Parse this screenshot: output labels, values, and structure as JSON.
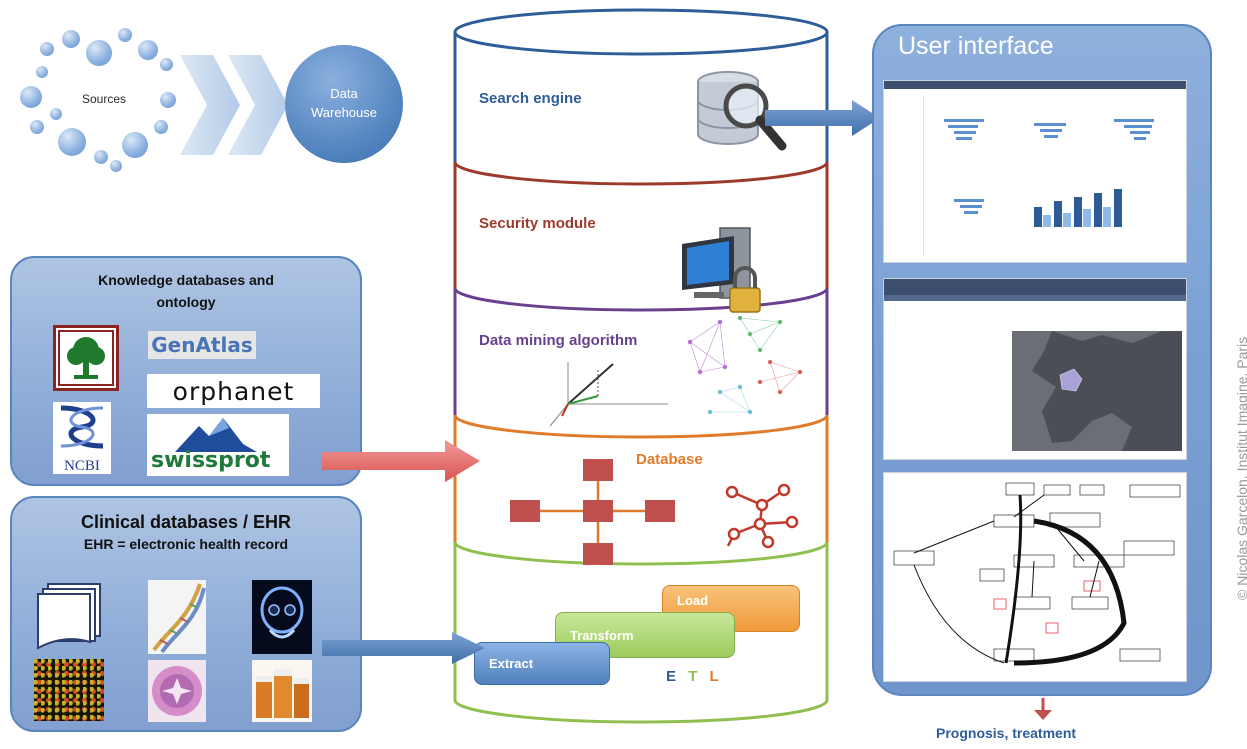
{
  "sources": {
    "label": "Sources"
  },
  "warehouse": {
    "line1": "Data",
    "line2": "Warehouse"
  },
  "knowledge_panel": {
    "title_line1": "Knowledge databases and",
    "title_line2": "ontology",
    "logos": [
      "GenAtlas",
      "orphanet",
      "NCBI",
      "swissprot"
    ]
  },
  "clinical_panel": {
    "title": "Clinical databases / EHR",
    "subtitle": "EHR = electronic health record"
  },
  "layers": {
    "search": "Search engine",
    "security": "Security module",
    "mining": "Data mining algorithm",
    "database": "Database",
    "etl": {
      "extract": "Extract",
      "transform": "Transform",
      "load": "Load",
      "e": "E",
      "t": "T",
      "l": "L"
    }
  },
  "ui": {
    "title": "User interface"
  },
  "output": {
    "label": "Prognosis, treatment"
  },
  "credit": "© Nicolas Garcelon, Institut Imagine, Paris",
  "colors": {
    "search": "#2e5d99",
    "security": "#9c3a2c",
    "mining": "#6a3f8e",
    "database": "#e07b2a",
    "etl": "#8fbf4f",
    "extract": "#4f81bd",
    "transform": "#9bcb5a",
    "load": "#f2a24a",
    "arrow_blue": "#3f6fa8",
    "arrow_red": "#d9534f"
  },
  "icons": [
    "magnifier-database-icon",
    "computer-lock-icon",
    "network-graph-icon",
    "tree-graph-icon"
  ]
}
